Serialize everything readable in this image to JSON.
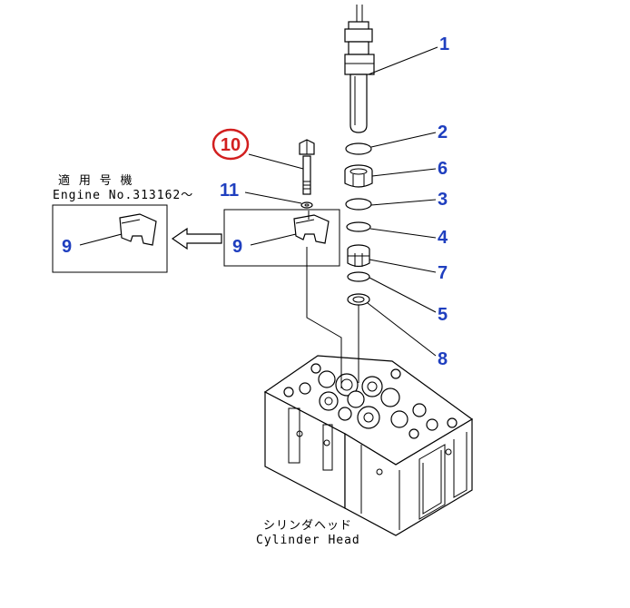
{
  "callouts": {
    "c1": "1",
    "c2": "2",
    "c3": "3",
    "c4": "4",
    "c5": "5",
    "c6": "6",
    "c7": "7",
    "c8": "8",
    "c9_left": "9",
    "c9_right": "9",
    "c10": "10",
    "c11": "11"
  },
  "applicability": {
    "line1": "適 用 号 機",
    "line2": "Engine No.313162～"
  },
  "assembly": {
    "label_jp": "シリンダヘッド",
    "label_en": "Cylinder Head"
  },
  "colors": {
    "callout_number": "#1f3fbf",
    "highlight_callout": "#d21f1f"
  }
}
